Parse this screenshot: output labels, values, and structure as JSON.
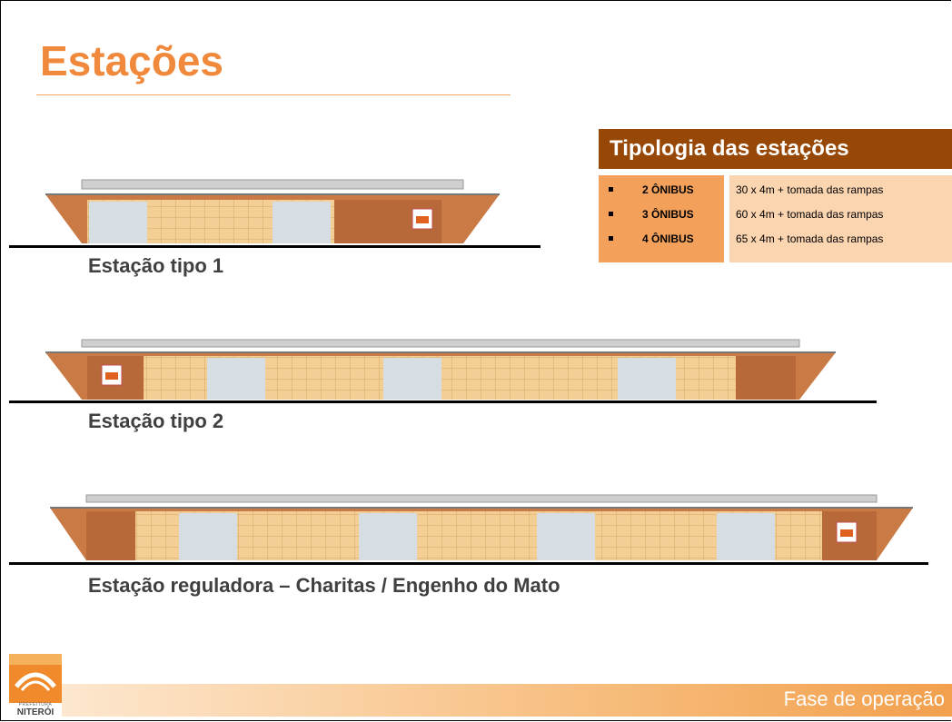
{
  "title": "Estações",
  "tipologia": {
    "header": "Tipologia das estações",
    "rows": [
      {
        "onibus": "2 ÔNIBUS",
        "spec": "30 x 4m + tomada das rampas"
      },
      {
        "onibus": "3 ÔNIBUS",
        "spec": "60 x 4m + tomada das rampas"
      },
      {
        "onibus": "4 ÔNIBUS",
        "spec": "65 x 4m + tomada das rampas"
      }
    ]
  },
  "stations": [
    {
      "caption": "Estação tipo 1"
    },
    {
      "caption": "Estação tipo 2"
    },
    {
      "caption": "Estação reguladora – Charitas / Engenho do Mato"
    }
  ],
  "logo": {
    "subtitle": "PREFEITURA",
    "name": "NITERÓI"
  },
  "footer": {
    "text": "Fase de operação"
  },
  "colors": {
    "accent": "#f0893b",
    "header_brown": "#984806",
    "cell_orange": "#f3a05a",
    "cell_light": "#fbd4b0"
  }
}
